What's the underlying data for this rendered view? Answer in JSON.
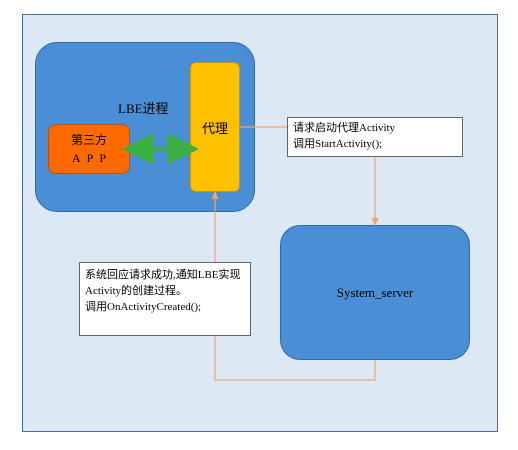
{
  "lbe_process": {
    "label": "LBE进程"
  },
  "third_party_app": {
    "line1": "第三方",
    "line2": "APP"
  },
  "proxy": {
    "label": "代理"
  },
  "system_server": {
    "label": "System_server"
  },
  "note_request": {
    "line1": "请求启动代理Activity",
    "line2": "调用StartActivity();"
  },
  "note_callback": {
    "line1": "系统回应请求成功,通知LBE实现",
    "line2": "Activity的创建过程。",
    "line3": "调用OnActivityCreated();"
  },
  "colors": {
    "background": "#dce9f5",
    "blue_box": "#4a8fd5",
    "app_box": "#ff6a00",
    "proxy_box": "#ffc000",
    "connector": "#f4a46a",
    "bidirectional_arrow": "#3cb043"
  }
}
